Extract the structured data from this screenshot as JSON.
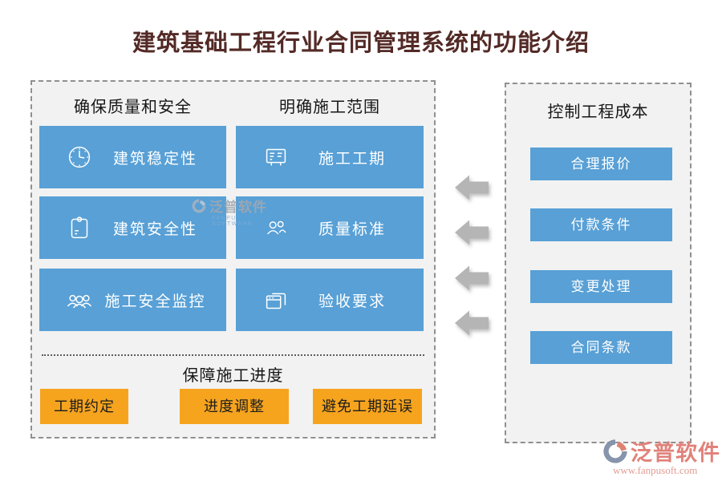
{
  "title": "建筑基础工程行业合同管理系统的功能介绍",
  "left_panel": {
    "columns": [
      {
        "header": "确保质量和安全",
        "items": [
          {
            "icon": "clock-icon",
            "label": "建筑稳定性"
          },
          {
            "icon": "container-icon",
            "label": "建筑安全性"
          },
          {
            "icon": "people-group-icon",
            "label": "施工安全监控"
          }
        ]
      },
      {
        "header": "明确施工范围",
        "items": [
          {
            "icon": "schedule-board-icon",
            "label": "施工工期"
          },
          {
            "icon": "people-icon",
            "label": "质量标准"
          },
          {
            "icon": "stacked-windows-icon",
            "label": "验收要求"
          }
        ]
      }
    ],
    "bottom": {
      "header": "保障施工进度",
      "buttons": [
        "工期约定",
        "进度调整",
        "避免工期延误"
      ]
    }
  },
  "right_panel": {
    "header": "控制工程成本",
    "buttons": [
      "合理报价",
      "付款条件",
      "变更处理",
      "合同条款"
    ]
  },
  "watermark": {
    "brand": "泛普软件",
    "caption": "FANPU SOFTWARE"
  },
  "footer": {
    "brand": "泛普软件",
    "website": "www.fanpusoft.com"
  },
  "colors": {
    "primary_blue": "#58a0d6",
    "accent_orange": "#f6a41e",
    "arrow_gray": "#b5b5b5",
    "title_maroon": "#532a26",
    "panel_bg": "#f2f2f2",
    "brand_salmon": "#e0827a"
  }
}
